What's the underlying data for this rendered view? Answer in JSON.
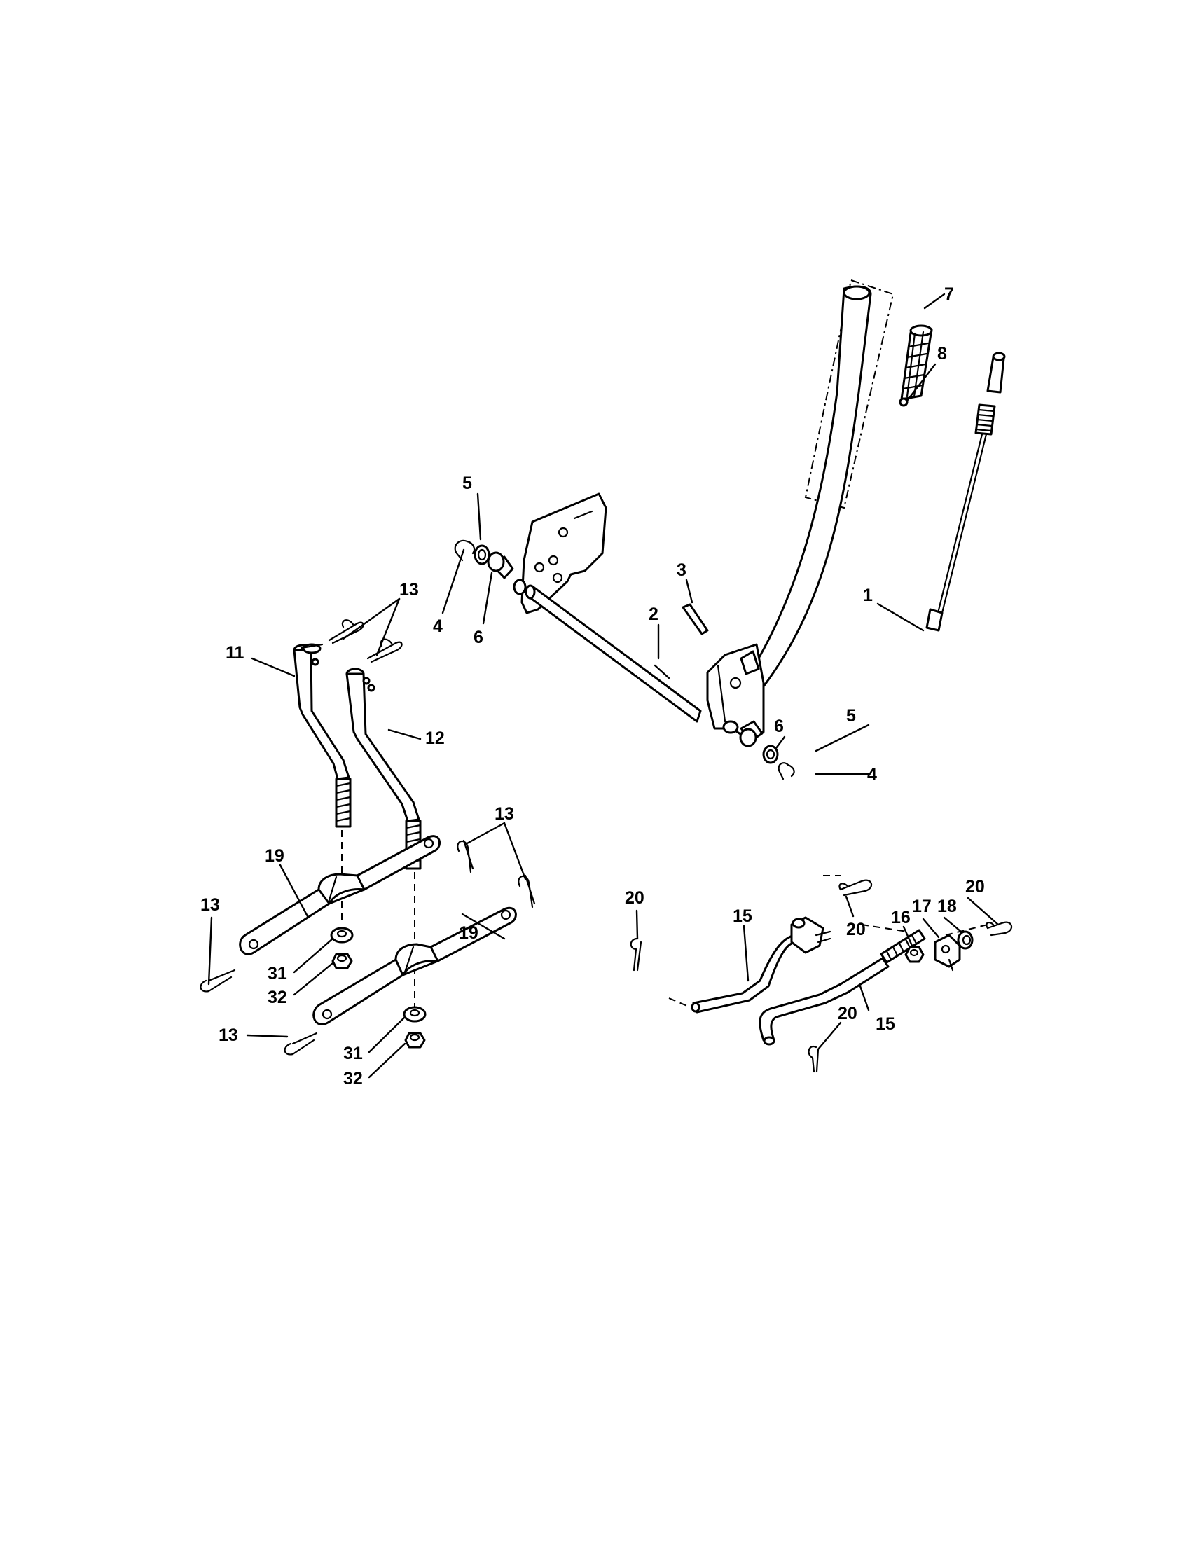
{
  "callouts": {
    "c1": "1",
    "c2": "2",
    "c3": "3",
    "c4a": "4",
    "c4b": "4",
    "c5a": "5",
    "c5b": "5",
    "c6a": "6",
    "c6b": "6",
    "c7": "7",
    "c8": "8",
    "c11": "11",
    "c12": "12",
    "c13a": "13",
    "c13b": "13",
    "c13c": "13",
    "c13d": "13",
    "c15a": "15",
    "c15b": "15",
    "c16": "16",
    "c17": "17",
    "c18": "18",
    "c19a": "19",
    "c19b": "19",
    "c20a": "20",
    "c20b": "20",
    "c20c": "20",
    "c20d": "20",
    "c31a": "31",
    "c31b": "31",
    "c32a": "32",
    "c32b": "32"
  }
}
